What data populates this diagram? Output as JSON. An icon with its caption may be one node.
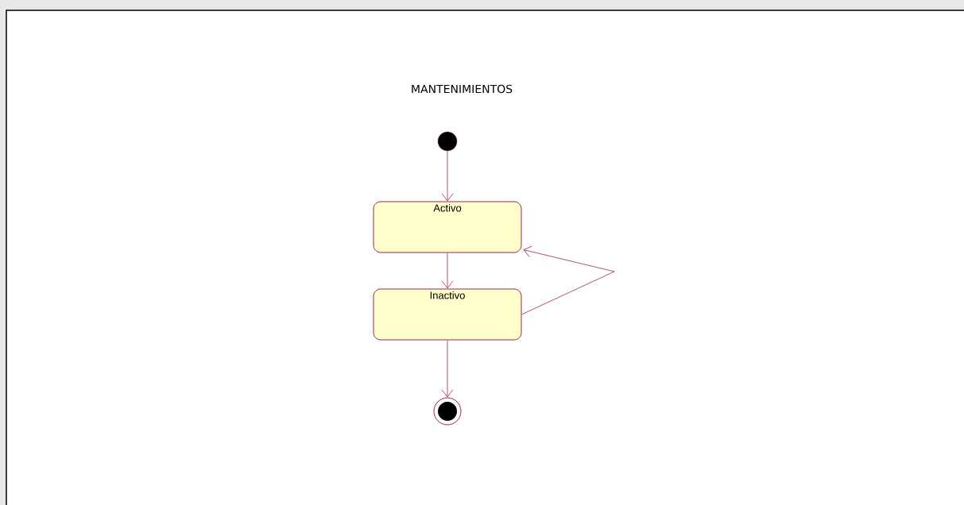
{
  "diagram": {
    "title": "MANTENIMIENTOS",
    "nodes": [
      {
        "text": [],
        "shape": "circle"
      },
      {
        "text": [
          "Activo"
        ]
      },
      {
        "text": [
          "Inactivo"
        ]
      },
      {
        "text": [],
        "shape": "bullseye"
      }
    ],
    "edges": [
      {
        "from": 0,
        "to": 1,
        "arrow": "to"
      },
      {
        "from": 1,
        "to": 2,
        "arrow": "to"
      },
      {
        "from": 2,
        "to": 1,
        "arrow": "to"
      },
      {
        "from": 2,
        "to": 3,
        "arrow": "to"
      }
    ]
  }
}
